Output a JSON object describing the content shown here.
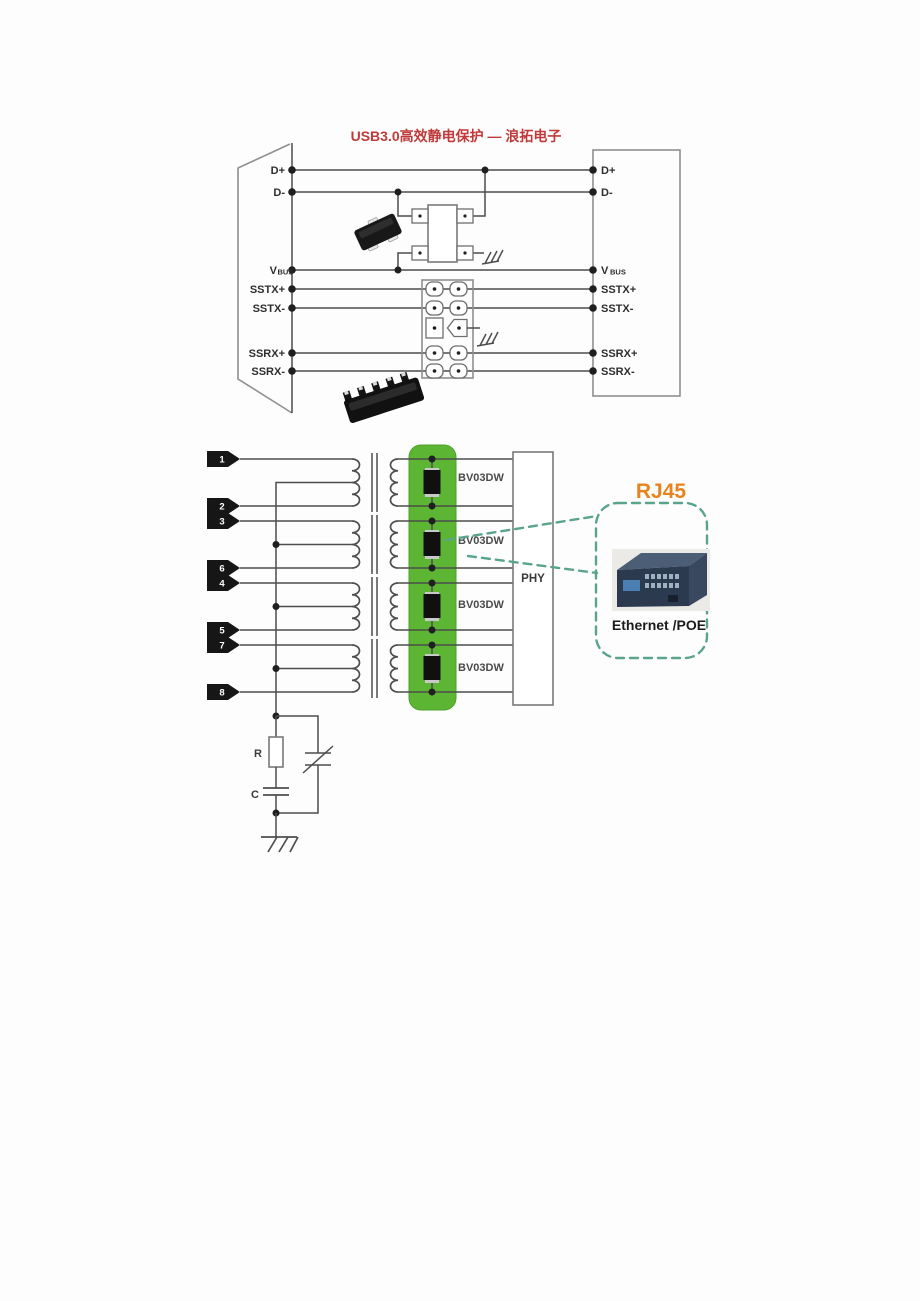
{
  "title": "USB3.0高效静电保护 — 浪拓电子",
  "usb": {
    "pins": {
      "dp": "D+",
      "dm": "D-",
      "vbus_v": "V",
      "vbus_sub": "BUS",
      "sstxp": "SSTX+",
      "sstxm": "SSTX-",
      "ssrxp": "SSRX+",
      "ssrxm": "SSRX-"
    }
  },
  "ethernet": {
    "pin_numbers": [
      "1",
      "2",
      "3",
      "6",
      "4",
      "5",
      "7",
      "8"
    ],
    "tvs_label": "BV03DW",
    "phy_label": "PHY",
    "rj45_label": "RJ45",
    "device_label": "Ethernet /POE",
    "resistor_label": "R",
    "capacitor_label": "C"
  },
  "colors": {
    "title_red": "#c03a3a",
    "tvs_green": "#5db633",
    "tvs_green_edge": "#4ea02a",
    "dashed_teal": "#5aa48e",
    "rj45_orange": "#e8831d"
  }
}
